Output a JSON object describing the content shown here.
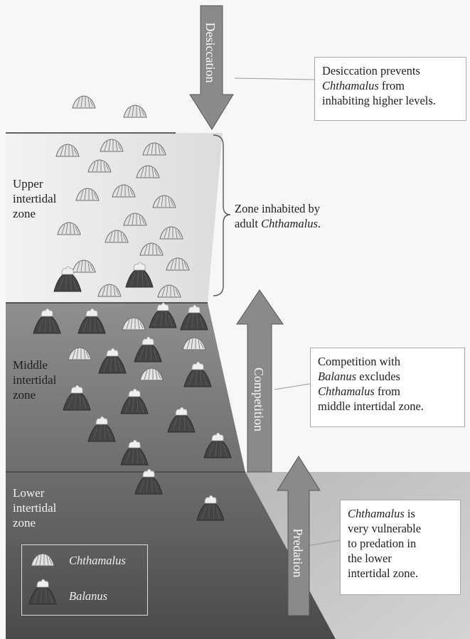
{
  "arrows": {
    "desiccation": "Desiccation",
    "competition": "Competition",
    "predation": "Predation"
  },
  "zones": {
    "upper": [
      "Upper",
      "intertidal",
      "zone"
    ],
    "middle": [
      "Middle",
      "intertidal",
      "zone"
    ],
    "lower": [
      "Lower",
      "intertidal",
      "zone"
    ]
  },
  "callouts": {
    "desiccation": {
      "line1": "Desiccation prevents",
      "line2_species": "Chthamalus",
      "line2_rest": " from",
      "line3": "inhabiting higher levels."
    },
    "zone_inhabited": {
      "line1": "Zone inhabited by",
      "line2_pre": "adult ",
      "line2_species": "Chthamalus",
      "line2_post": "."
    },
    "competition": {
      "line1": "Competition with",
      "line2_species": "Balanus",
      "line2_rest": " excludes",
      "line3_species": "Chthamalus",
      "line3_rest": " from",
      "line4": "middle intertidal zone."
    },
    "predation": {
      "line1_species": "Chthamalus",
      "line1_rest": " is",
      "line2": "very vulnerable",
      "line3": "to predation in",
      "line4": "the lower",
      "line5": "intertidal zone."
    }
  },
  "legend": {
    "chthamalus": "Chthamalus",
    "balanus": "Balanus"
  },
  "colors": {
    "arrow_fill": "#8a8a8a",
    "upper_zone": "#ececea",
    "middle_zone": "#7f7f7f",
    "lower_zone": "#5a5a5a",
    "balanus_body": "#3f3f3f"
  }
}
